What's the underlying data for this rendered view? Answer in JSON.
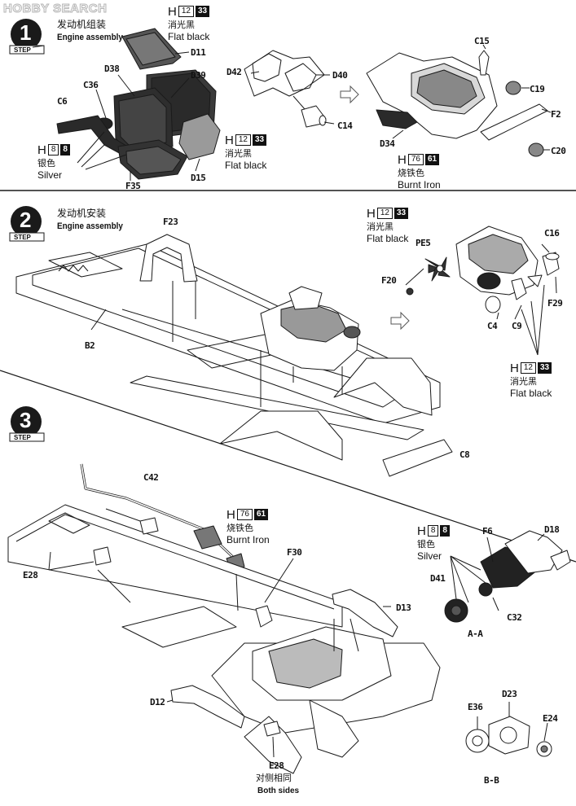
{
  "watermark": {
    "text": "HOBBY SEARCH"
  },
  "steps": [
    {
      "number": "1",
      "word": "STEP",
      "title_cn": "发动机组装",
      "title_en": "Engine assembly"
    },
    {
      "number": "2",
      "word": "STEP",
      "title_cn": "发动机安装",
      "title_en": "Engine assembly"
    },
    {
      "number": "3",
      "word": "STEP"
    }
  ],
  "paints": {
    "h12_a": {
      "prefix": "H",
      "code": "12",
      "code2": "33",
      "cn": "消光黑",
      "en": "Flat black"
    },
    "h8_a": {
      "prefix": "H",
      "code": "8",
      "code2": "8",
      "cn": "银色",
      "en": "Silver"
    },
    "h12_b": {
      "prefix": "H",
      "code": "12",
      "code2": "33",
      "cn": "消光黑",
      "en": "Flat black"
    },
    "h76_a": {
      "prefix": "H",
      "code": "76",
      "code2": "61",
      "cn": "烧铁色",
      "en": "Burnt Iron"
    },
    "h12_c": {
      "prefix": "H",
      "code": "12",
      "code2": "33",
      "cn": "消光黑",
      "en": "Flat black"
    },
    "h12_d": {
      "prefix": "H",
      "code": "12",
      "code2": "33",
      "cn": "消光黑",
      "en": "Flat black"
    },
    "h76_b": {
      "prefix": "H",
      "code": "76",
      "code2": "61",
      "cn": "烧铁色",
      "en": "Burnt Iron"
    },
    "h8_b": {
      "prefix": "H",
      "code": "8",
      "code2": "8",
      "cn": "银色",
      "en": "Silver"
    }
  },
  "parts": {
    "d11": "D11",
    "c36": "C36",
    "d38": "D38",
    "d39": "D39",
    "c6": "C6",
    "f35": "F35",
    "d15": "D15",
    "d42": "D42",
    "d40": "D40",
    "c14": "C14",
    "c15": "C15",
    "c19": "C19",
    "f2": "F2",
    "d34": "D34",
    "c20": "C20",
    "f23": "F23",
    "b2": "B2",
    "c8": "C8",
    "pe5": "PE5",
    "f20": "F20",
    "c16": "C16",
    "c4": "C4",
    "c9": "C9",
    "f29": "F29",
    "c42": "C42",
    "e28a": "E28",
    "f30": "F30",
    "d13": "D13",
    "d12": "D12",
    "e28b": "E28",
    "f6": "F6",
    "d18": "D18",
    "d41": "D41",
    "c32": "C32",
    "e36": "E36",
    "d23": "D23",
    "e24": "E24"
  },
  "notes": {
    "both_sides_cn": "对侧相同",
    "both_sides_en": "Both sides",
    "section_aa": "A-A",
    "section_bb": "B-B"
  }
}
